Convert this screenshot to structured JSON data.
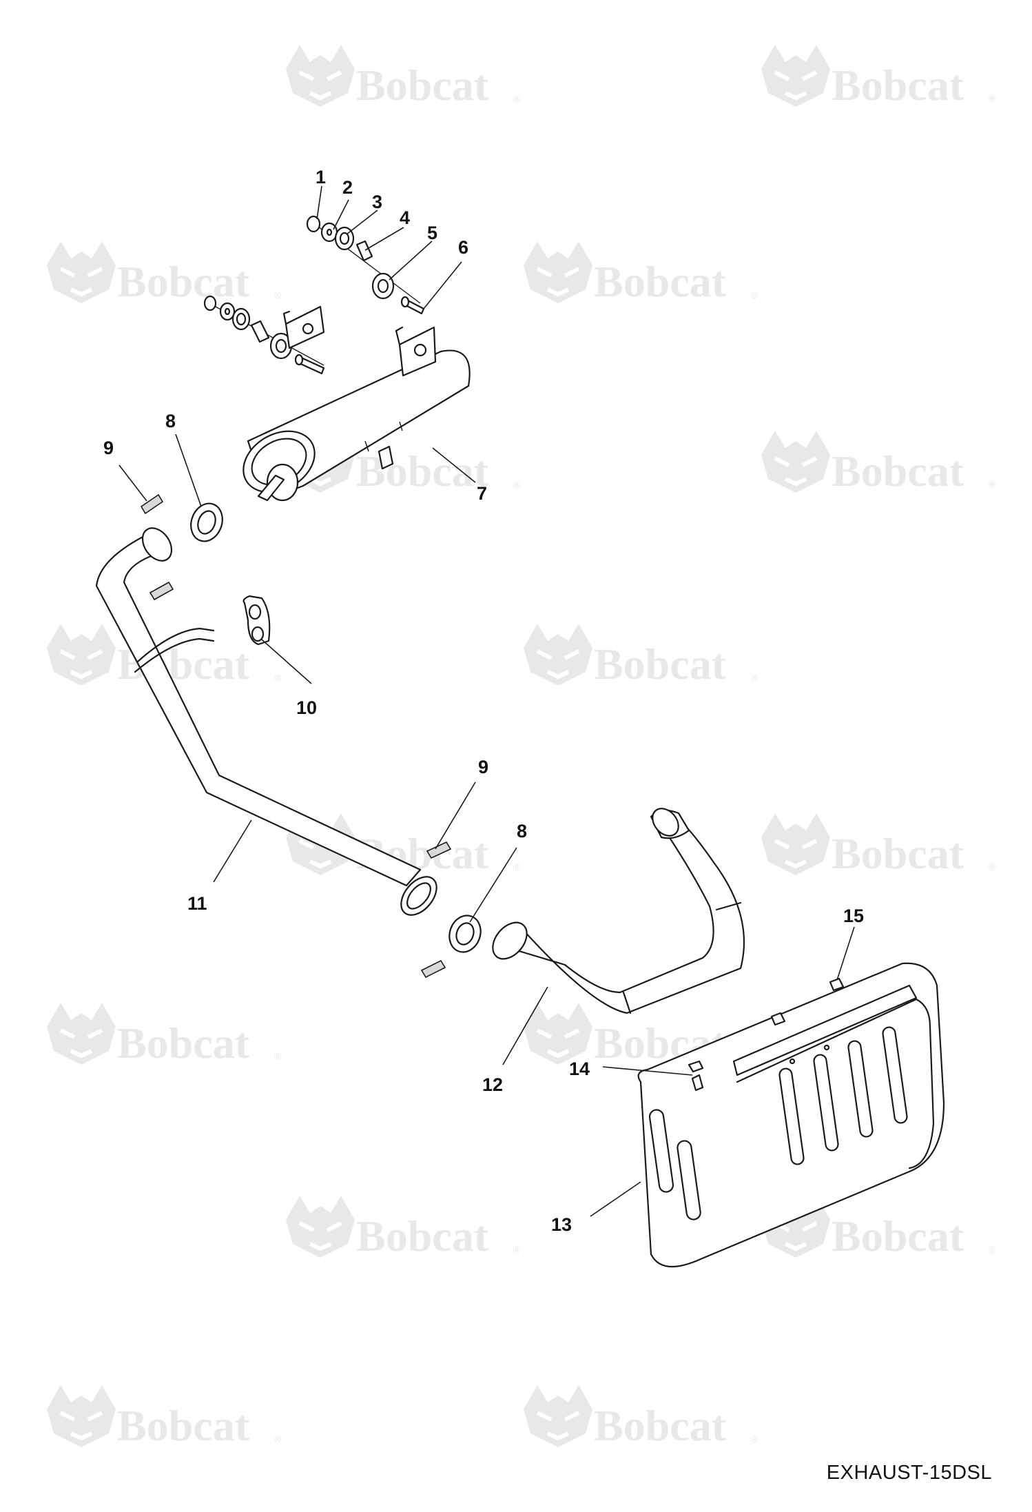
{
  "watermark": {
    "brand": "Bobcat",
    "registered": "®",
    "icon": "bobcat-logo-icon"
  },
  "diagram_code": "EXHAUST-15DSL",
  "callouts": {
    "c1": "1",
    "c2": "2",
    "c3": "3",
    "c4": "4",
    "c5": "5",
    "c6": "6",
    "c7": "7",
    "c8a": "8",
    "c9a": "9",
    "c10": "10",
    "c9b": "9",
    "c8b": "8",
    "c11": "11",
    "c12": "12",
    "c13": "13",
    "c14": "14",
    "c15": "15"
  },
  "colors": {
    "line": "#1a1a1a",
    "watermark": "#e8e8e8",
    "background": "#ffffff"
  }
}
